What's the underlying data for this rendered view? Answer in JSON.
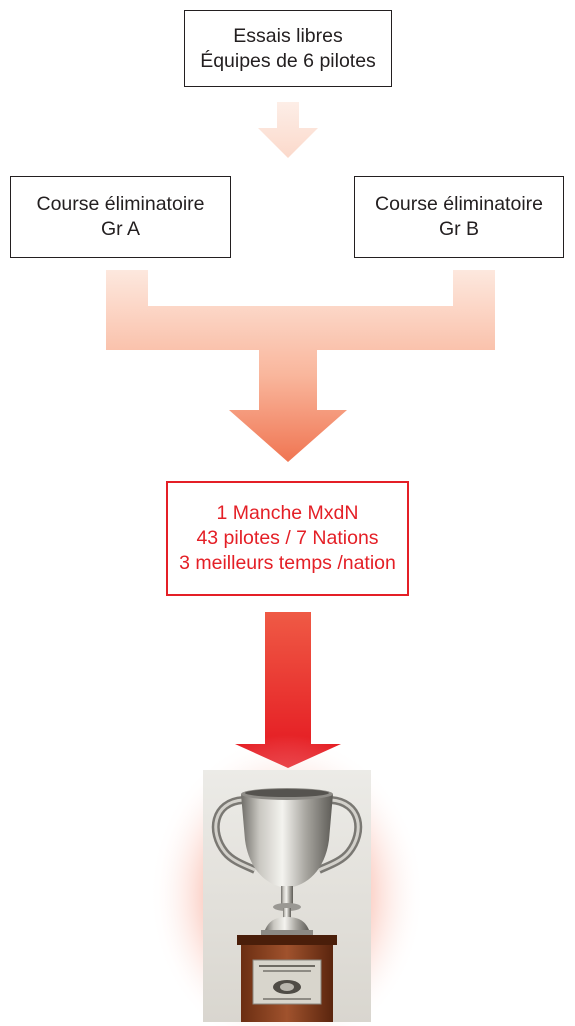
{
  "diagram": {
    "top_box": {
      "line1": "Essais libres",
      "line2": "Équipes de 6 pilotes"
    },
    "group_a_box": {
      "line1": "Course éliminatoire",
      "line2": "Gr A"
    },
    "group_b_box": {
      "line1": "Course éliminatoire",
      "line2": "Gr B"
    },
    "final_box": {
      "line1": "1 Manche MxdN",
      "line2": "43 pilotes / 7 Nations",
      "line3": "3 meilleurs temps /nation"
    }
  },
  "colors": {
    "arrow_light": "#fde3d8",
    "arrow_mid": "#f59b7c",
    "arrow_strong": "#e8232b",
    "final_border": "#e41f26",
    "trophy_glow": "#f7816b"
  },
  "icons": {
    "trophy": "trophy-cup-icon"
  }
}
